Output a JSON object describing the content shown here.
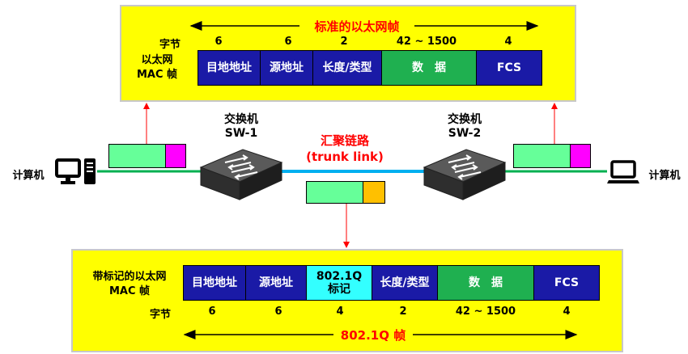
{
  "top_frame": {
    "title": "标准的以太网帧",
    "label_bytes": "字节",
    "row_label_line1": "以太网",
    "row_label_line2": "MAC 帧",
    "fields": [
      "目地地址",
      "源地址",
      "长度/类型",
      "数　据",
      "FCS"
    ],
    "sizes": [
      "6",
      "6",
      "2",
      "42 ~ 1500",
      "4"
    ]
  },
  "middle": {
    "switch1_line1": "交换机",
    "switch1_line2": "SW-1",
    "switch2_line1": "交换机",
    "switch2_line2": "SW-2",
    "trunk_line1": "汇聚链路",
    "trunk_line2": "(trunk link)",
    "computer_left": "计算机",
    "computer_right": "计算机"
  },
  "bottom_frame": {
    "title": "802.1Q 帧",
    "label_bytes": "字节",
    "row_label_line1": "带标记的以太网",
    "row_label_line2": "MAC 帧",
    "fields": [
      "目地地址",
      "源地址",
      "802.1Q\n标记",
      "长度/类型",
      "数　据",
      "FCS"
    ],
    "tag_line1": "802.1Q",
    "tag_line2": "标记",
    "sizes": [
      "6",
      "6",
      "4",
      "2",
      "42 ~ 1500",
      "4"
    ]
  },
  "colors": {
    "panel": "#ffff00",
    "field_blue": "#1a1aa6",
    "field_green": "#1fb050",
    "tag_cyan": "#33ffff",
    "frame_magenta": "#ff00ff",
    "frame_orange": "#ffc000",
    "frame_mint": "#66ff99",
    "link_green": "#00b050",
    "link_blue": "#00b0f0",
    "arrow_red": "#ff0000"
  },
  "icons": [
    "switch-icon",
    "desktop-computer-icon",
    "laptop-icon"
  ]
}
